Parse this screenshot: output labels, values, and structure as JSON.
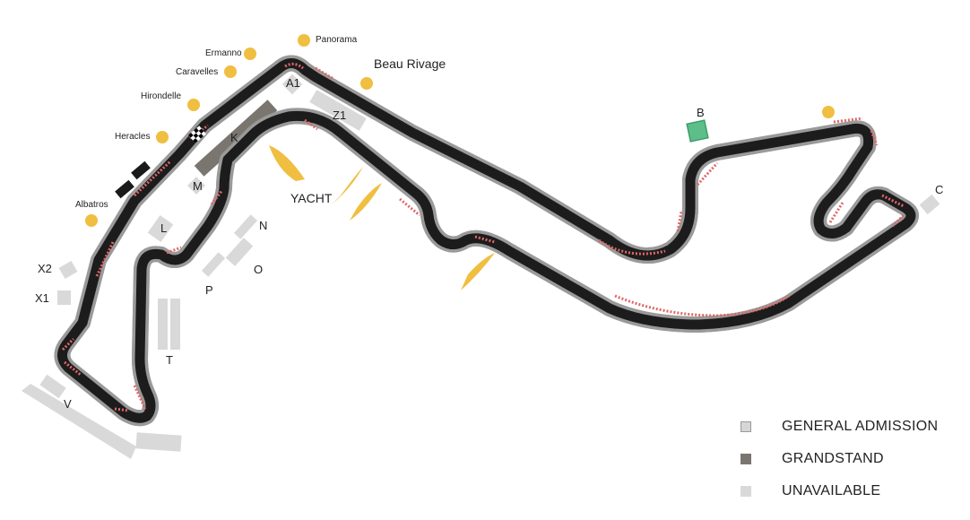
{
  "colors": {
    "track": "#1c1c1c",
    "track_edge": "#9a9a9a",
    "kerb": "#e06666",
    "general_admission": "#d6d6d6",
    "grandstand": "#7b7570",
    "unavailable": "#d9d9d9",
    "selected": "#5cbf8a",
    "viewpoint": "#f0be41"
  },
  "viewpoints": [
    "Panorama",
    "Ermanno",
    "Caravelles",
    "Hirondelle",
    "Heracles",
    "Albatros",
    "Beau Rivage"
  ],
  "areas": [
    "A1",
    "Z1",
    "K",
    "M",
    "L",
    "N",
    "O",
    "P",
    "T",
    "V",
    "X1",
    "X2",
    "B",
    "YACHT",
    "C"
  ],
  "legend": [
    {
      "label": "GENERAL ADMISSION",
      "kind": "general_admission"
    },
    {
      "label": "GRANDSTAND",
      "kind": "grandstand"
    },
    {
      "label": "UNAVAILABLE",
      "kind": "unavailable"
    }
  ]
}
